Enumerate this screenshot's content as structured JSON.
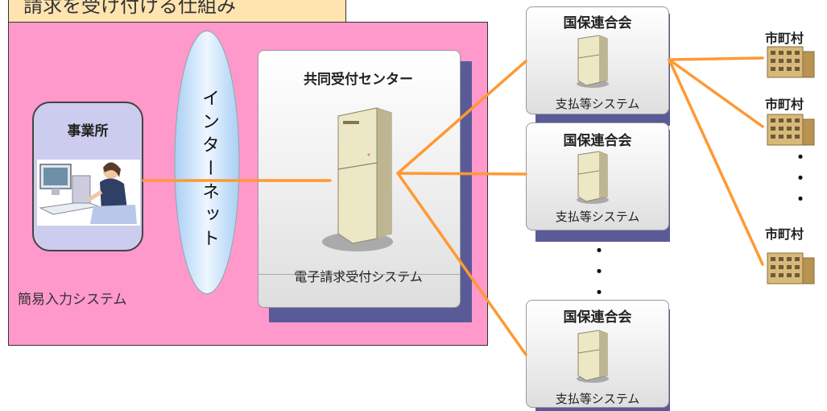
{
  "title": "請求を受け付ける仕組み",
  "simple_input": {
    "label": "簡易入力システム"
  },
  "office": {
    "label": "事業所"
  },
  "internet": {
    "label": "インターネット"
  },
  "center": {
    "title": "共同受付センター",
    "system_label": "電子請求受付システム"
  },
  "union_nodes": [
    {
      "title": "国保連合会",
      "subtitle": "支払等システム"
    },
    {
      "title": "国保連合会",
      "subtitle": "支払等システム"
    },
    {
      "title": "国保連合会",
      "subtitle": "支払等システム"
    }
  ],
  "municipalities": [
    {
      "label": "市町村"
    },
    {
      "label": "市町村"
    },
    {
      "label": "市町村"
    }
  ],
  "ellipsis": {
    "vertical": "・\n・\n・"
  },
  "colors": {
    "connector": "#ff9933",
    "panel": "#ff99cc",
    "title_bg": "#ffe4b0",
    "office_bg": "#ccccee",
    "shadow": "#5a5a99",
    "internet": "#cfe8ff"
  }
}
